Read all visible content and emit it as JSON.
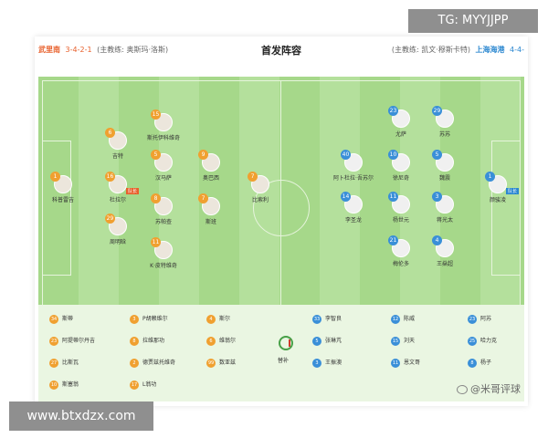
{
  "header": {
    "home_team": "武里南",
    "home_formation": "3-4-2-1",
    "home_coach_label": "(主教练: 奥斯玛·洛斯)",
    "title": "首发阵容",
    "away_coach_label": "(主教练: 凯文·穆斯卡特)",
    "away_team": "上海海港",
    "away_formation": "4-4-"
  },
  "home_players": [
    {
      "num": "1",
      "name": "科普雷吉",
      "tag": ""
    },
    {
      "num": "6",
      "name": "吉特",
      "tag": ""
    },
    {
      "num": "16",
      "name": "杜拉尔",
      "tag": "队长"
    },
    {
      "num": "29",
      "name": "周明晗",
      "tag": ""
    },
    {
      "num": "15",
      "name": "斯托伊科维奇",
      "tag": ""
    },
    {
      "num": "5",
      "name": "汉马萨",
      "tag": ""
    },
    {
      "num": "8",
      "name": "苏帕查",
      "tag": ""
    },
    {
      "num": "11",
      "name": "K·皮特维奇",
      "tag": ""
    },
    {
      "num": "9",
      "name": "奥巴西",
      "tag": ""
    },
    {
      "num": "7",
      "name": "斯班",
      "tag": ""
    },
    {
      "num": "7",
      "name": "比索利",
      "tag": ""
    }
  ],
  "away_players": [
    {
      "num": "23",
      "name": "尤萨",
      "tag": ""
    },
    {
      "num": "29",
      "name": "苏苏",
      "tag": ""
    },
    {
      "num": "40",
      "name": "阿卜杜拉·吾苏尔",
      "tag": ""
    },
    {
      "num": "10",
      "name": "徐尼奇",
      "tag": ""
    },
    {
      "num": "5",
      "name": "魏震",
      "tag": ""
    },
    {
      "num": "14",
      "name": "李圣龙",
      "tag": ""
    },
    {
      "num": "11",
      "name": "杨世元",
      "tag": ""
    },
    {
      "num": "3",
      "name": "蒋光太",
      "tag": ""
    },
    {
      "num": "21",
      "name": "梅伦多",
      "tag": ""
    },
    {
      "num": "4",
      "name": "王燊超",
      "tag": ""
    },
    {
      "num": "1",
      "name": "颜骏凌",
      "tag": "队长"
    }
  ],
  "home_subs": [
    {
      "num": "34",
      "name": "斯蒂"
    },
    {
      "num": "23",
      "name": "阿提蒂尔丹吉"
    },
    {
      "num": "27",
      "name": "比斯瓦"
    },
    {
      "num": "10",
      "name": "斯塞翁"
    },
    {
      "num": "3",
      "name": "P胡赖维尔"
    },
    {
      "num": "8",
      "name": "拉维那功"
    },
    {
      "num": "2",
      "name": "德贾兹托维奇"
    },
    {
      "num": "17",
      "name": "L翁功"
    },
    {
      "num": "4",
      "name": "斯尔"
    },
    {
      "num": "6",
      "name": "维翁尔"
    },
    {
      "num": "99",
      "name": "数亚兹"
    }
  ],
  "away_subs": [
    {
      "num": "33",
      "name": "李智良"
    },
    {
      "num": "5",
      "name": "张琳芃"
    },
    {
      "num": "3",
      "name": "王振澳"
    },
    {
      "num": "12",
      "name": "陈威"
    },
    {
      "num": "15",
      "name": "刘天"
    },
    {
      "num": "11",
      "name": "恩文哥"
    },
    {
      "num": "23",
      "name": "阿苏"
    },
    {
      "num": "25",
      "name": "哈力克"
    },
    {
      "num": "8",
      "name": "杨子"
    }
  ],
  "sub_label": "替补",
  "watermark_top": "TG: MYYJJPP",
  "watermark_bottom": "www.btxdzx.com",
  "weibo": "@米哥评球",
  "colors": {
    "home": "#e8602c",
    "away": "#2b87d0",
    "pitch": "#a6d88a"
  }
}
